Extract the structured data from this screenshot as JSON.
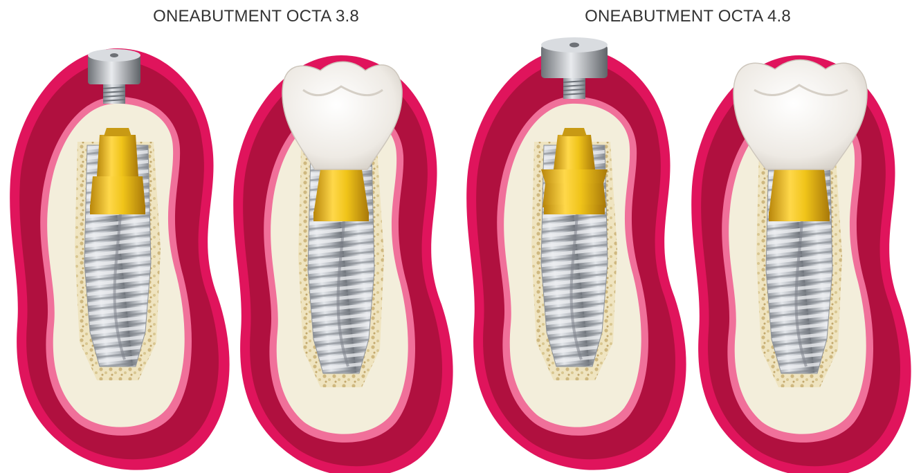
{
  "groups": [
    {
      "title": "ONEABUTMENT OCTA 3.8",
      "panels": [
        {
          "stage": "healing-cap-separated",
          "abutment_variant": "3.8"
        },
        {
          "stage": "crown-seated",
          "abutment_variant": "3.8"
        }
      ]
    },
    {
      "title": "ONEABUTMENT OCTA 4.8",
      "panels": [
        {
          "stage": "healing-cap-separated",
          "abutment_variant": "4.8"
        },
        {
          "stage": "crown-seated",
          "abutment_variant": "4.8"
        }
      ]
    }
  ],
  "colors": {
    "gum_outer": "#e0145c",
    "gum_inner": "#b0103f",
    "gum_line": "#f0709a",
    "bone": "#f3eedb",
    "bone_spongy": "#d9c89a",
    "abutment_gold": "#f0c419",
    "implant_grey": "#b8bcc2",
    "crown_white": "#f4f2ee",
    "cap_silver": "#a9adb3"
  },
  "icons": [
    "healing-cap-icon",
    "crown-icon",
    "abutment-icon",
    "implant-icon"
  ]
}
